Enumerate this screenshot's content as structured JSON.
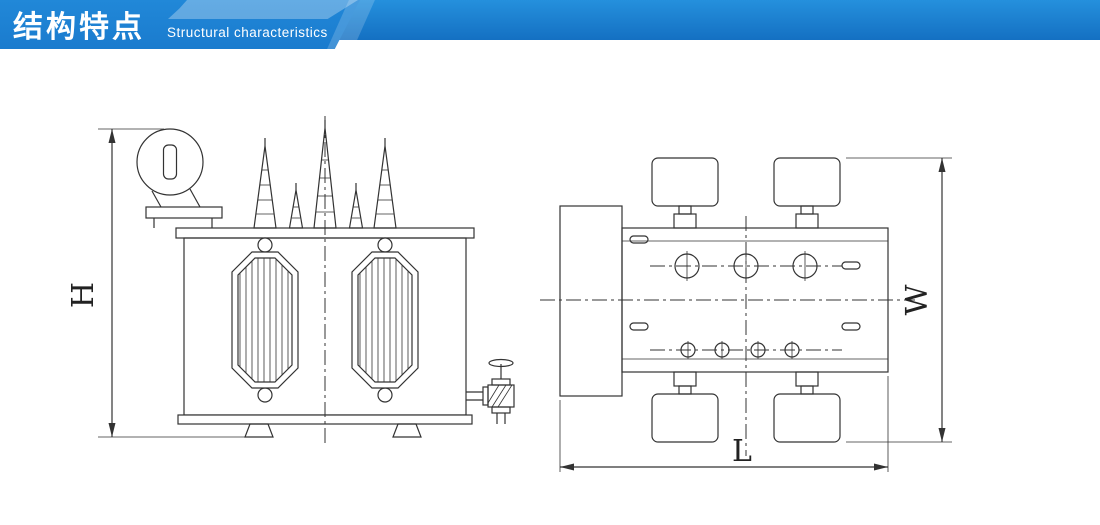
{
  "header": {
    "title": "结构特点",
    "subtitle": "Structural characteristics",
    "colors": {
      "banner_blue": "#1a7ed2",
      "banner_blue_dark": "#1265b5",
      "accent_light_blue": "#8fc6ef"
    }
  },
  "diagram": {
    "line_color": "#333333",
    "labels": {
      "height": "H",
      "width": "W",
      "length": "L"
    },
    "views": {
      "left": "transformer-front-elevation",
      "right": "transformer-plan-view"
    }
  }
}
